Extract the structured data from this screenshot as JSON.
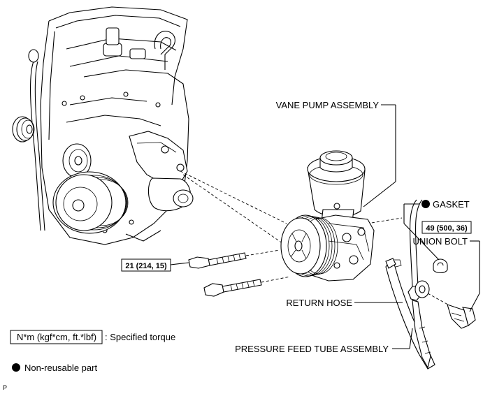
{
  "labels": {
    "vane_pump": "VANE PUMP ASSEMBLY",
    "gasket": "GASKET",
    "union_bolt": "UNION BOLT",
    "return_hose": "RETURN HOSE",
    "pressure_feed": "PRESSURE FEED TUBE ASSEMBLY"
  },
  "torques": {
    "pump_bolt": "21 (214, 15)",
    "union_bolt": "49 (500, 36)"
  },
  "legend": {
    "torque_unit": "N*m (kgf*cm, ft.*lbf)",
    "torque_desc": ": Specified torque",
    "non_reusable": "Non-reusable part"
  },
  "corner_mark": "P"
}
